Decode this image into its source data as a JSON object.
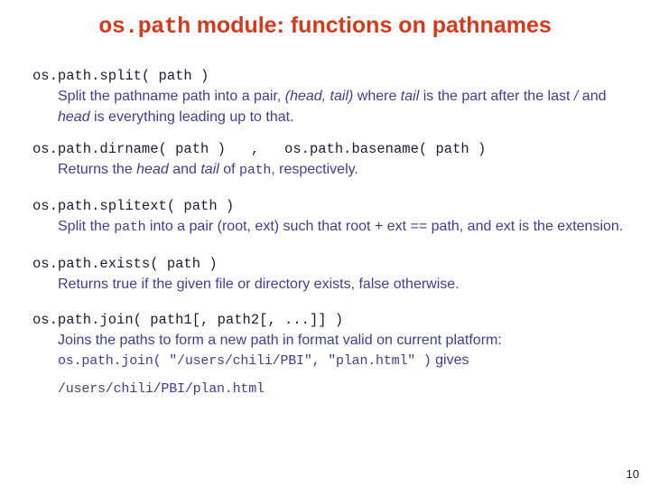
{
  "slide": {
    "page_number": "10",
    "background_color": "#ffffff",
    "title": {
      "code_part": "os.path",
      "text_part": " module: functions on pathnames",
      "color": "#D6391B"
    },
    "signature_color": "#1B1B3A",
    "body_color": "#3E3E96",
    "entries": [
      {
        "signature": "os.path.split( path )",
        "desc_1": "Split the pathname path into a pair, ",
        "desc_2": "(head, tail)",
        "desc_3": " where ",
        "desc_4": "tail",
        "desc_5": " is the part after the last ",
        "desc_6": "/",
        "desc_7": " and ",
        "desc_8": "head",
        "desc_9": " is everything leading up to that."
      },
      {
        "signature": "os.path.dirname( path )   ,   os.path.basename( path )",
        "desc_1": "Returns the ",
        "desc_2": "head",
        "desc_3": " and ",
        "desc_4": "tail",
        "desc_5": " of ",
        "desc_6": "path",
        "desc_7": ", respectively."
      },
      {
        "signature": "os.path.splitext( path )",
        "desc_1": "Split the ",
        "desc_2": "path",
        "desc_3": " into a pair (root, ext) such that root + ext == path, and ext is the extension."
      },
      {
        "signature": "os.path.exists( path )",
        "desc_1": "Returns true if the given file or directory exists, false otherwise."
      },
      {
        "signature": "os.path.join( path1[, path2[, ...]] )",
        "desc_1": "Joins the paths to form a new path in format valid on current platform:",
        "code_call": "os.path.join( \"/users/chili/PBI\", \"plan.html\" )",
        "code_tail": " gives",
        "code_result": "/users/chili/PBI/plan.html"
      }
    ]
  }
}
